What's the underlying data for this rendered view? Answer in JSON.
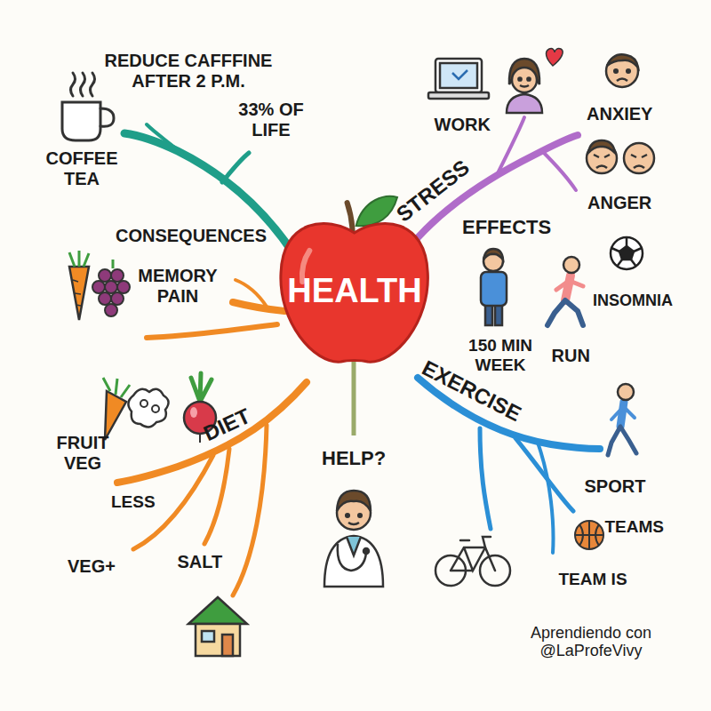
{
  "diagram": {
    "nodes": [
      {
        "text": [
          "HEALTH"
        ]
      }
    ],
    "labels": [
      "REDUCE CAFFFINE AFTER 2 P.M.",
      "33% OF LIFE",
      "COFFEE TEA",
      "CONSEQUENCES",
      "MEMORY PAIN",
      "FRUIT VEG",
      "LESS",
      "DIET",
      "VEG+",
      "SALT",
      "HELP?",
      "STRESS",
      "WORK",
      "ANXIEY",
      "ANGER",
      "EFFECTS",
      "INSOMNIA",
      "150 MIN WEEK",
      "RUN",
      "EXERCISE",
      "SPORT",
      "TEAMS",
      "TEAM IS",
      "Aprendiendo con @LaProfeVivy"
    ]
  }
}
